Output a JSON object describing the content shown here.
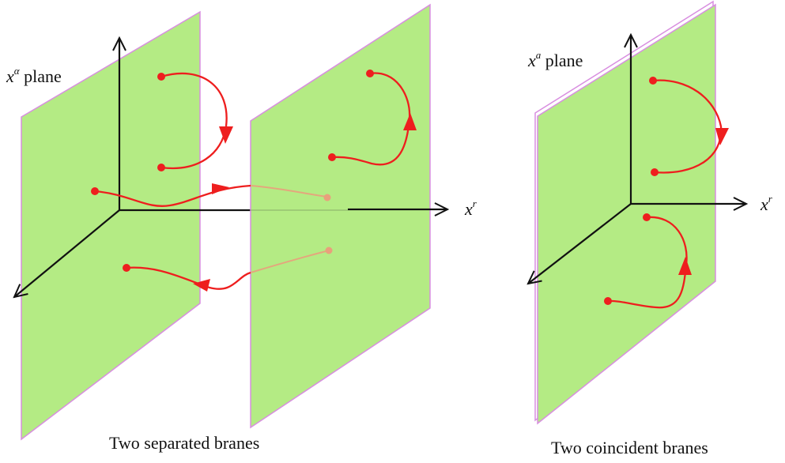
{
  "diagram": {
    "left_panel": {
      "plane_label_var": "x",
      "plane_label_sup": "α",
      "plane_label_word": " plane",
      "axis_label_var": "x",
      "axis_label_sup": "r",
      "caption": "Two separated branes"
    },
    "right_panel": {
      "plane_label_var": "x",
      "plane_label_sup": "a",
      "plane_label_word": " plane",
      "axis_label_var": "x",
      "axis_label_sup": "r",
      "caption": "Two coincident branes"
    },
    "colors": {
      "brane_fill": "#b4eb84",
      "brane_edge": "#d88ee0",
      "string": "#ee1e1e",
      "string_faded": "#e9a07c",
      "axis": "#111111"
    }
  }
}
